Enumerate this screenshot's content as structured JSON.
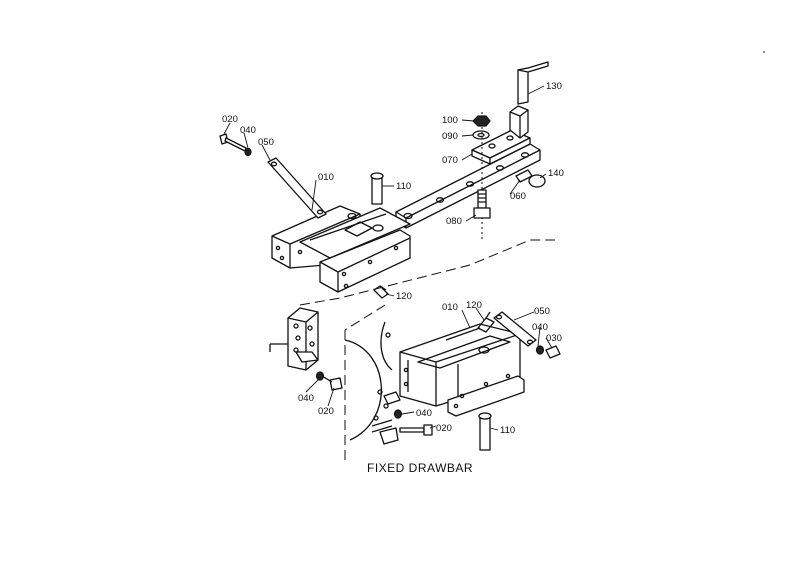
{
  "caption": "FIXED DRAWBAR",
  "labels": {
    "p020_top": "020",
    "p040_top": "040",
    "p050_top": "050",
    "p010_top": "010",
    "p110_top": "110",
    "p120_top": "120",
    "p100": "100",
    "p090": "090",
    "p070": "070",
    "p080": "080",
    "p060": "060",
    "p140": "140",
    "p130": "130",
    "p010_bot": "010",
    "p120_bot": "120",
    "p050_bot": "050",
    "p040_bot_r": "040",
    "p030": "030",
    "p040_bot_l": "040",
    "p020_bot_l": "020",
    "p040_bot_m": "040",
    "p020_bot_m": "020",
    "p110_bot": "110"
  }
}
